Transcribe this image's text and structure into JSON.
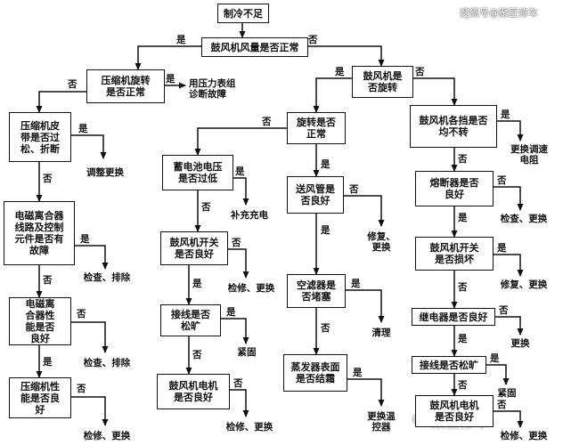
{
  "watermark": {
    "top": "搜狐号@聚匠修车",
    "bottom": "聚匠修车"
  },
  "nodes": {
    "root": "制冷不足",
    "blower_volume": "鼓风机风量是否正常",
    "compressor_rotate": "压缩机旋转\n是否正常",
    "gauge_diag": "用压力表组\n诊断故障",
    "belt": "压缩机皮\n带是否过\n松、折断",
    "belt_adjust": "调整更换",
    "clutch_circuit": "电磁离合器\n线路及控制\n元件是否有\n故障",
    "clutch_circuit_fix": "检查、排除",
    "clutch_perf": "电磁离\n合器性\n能是否\n良好",
    "clutch_perf_fix": "检查、排除",
    "compressor_perf": "压缩机性\n能是否良\n好",
    "compressor_fix": "检修、更换",
    "blower_rotate": "鼓风机是\n否旋转",
    "rotate_normal": "旋转是否\n正常",
    "battery": "蓄电池电压\n是否过低",
    "recharge": "补充充电",
    "blower_switch_l": "鼓风机开关\n是否良好",
    "switch_fix_l": "检修、更换",
    "wire_loose_l": "接线是否\n松旷",
    "tighten_l": "紧固",
    "motor_l": "鼓风机电机\n是否良好",
    "motor_fix_l": "检修、更换",
    "duct": "送风管是\n否良好",
    "duct_fix": "修复、\n更换",
    "filter": "空滤器是\n否堵塞",
    "clean": "清理",
    "evaporator": "蒸发器表面\n是否结霜",
    "thermostat": "更换温\n控器",
    "all_speed": "鼓风机各挡是否\n均不转",
    "resistor": "更换调速\n电阻",
    "fuse": "熔断器是否\n良好",
    "fuse_fix": "检查、更换",
    "switch_damage_r": "鼓风机开关\n是否损坏",
    "switch_fix_r": "修复、更换",
    "relay": "继电器是否良好",
    "relay_fix": "更换",
    "wire_loose_r": "接线是否松旷",
    "tighten_r": "紧固",
    "motor_r": "鼓风机电机\n是否良好",
    "motor_fix_r": "检修、更换"
  },
  "answers": {
    "yes": "是",
    "no": "否"
  }
}
